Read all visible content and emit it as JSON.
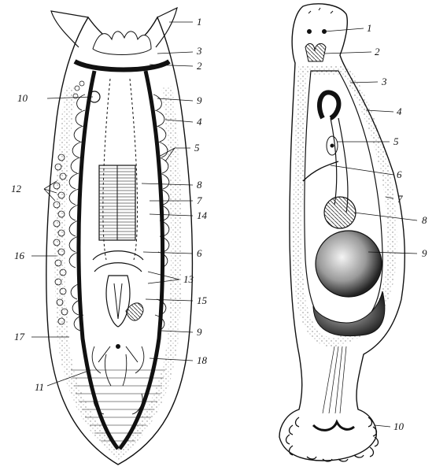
{
  "figure": {
    "left_labels": [
      "1",
      "3",
      "2",
      "10",
      "9",
      "4",
      "5",
      "12",
      "8",
      "7",
      "14",
      "16",
      "6",
      "13",
      "15",
      "17",
      "9",
      "18",
      "11"
    ],
    "right_labels": [
      "1",
      "2",
      "3",
      "4",
      "5",
      "6",
      "7",
      "8",
      "9",
      "10"
    ]
  },
  "colors": {
    "ink": "#111111",
    "paper": "#ffffff",
    "stipple": "#555555"
  }
}
